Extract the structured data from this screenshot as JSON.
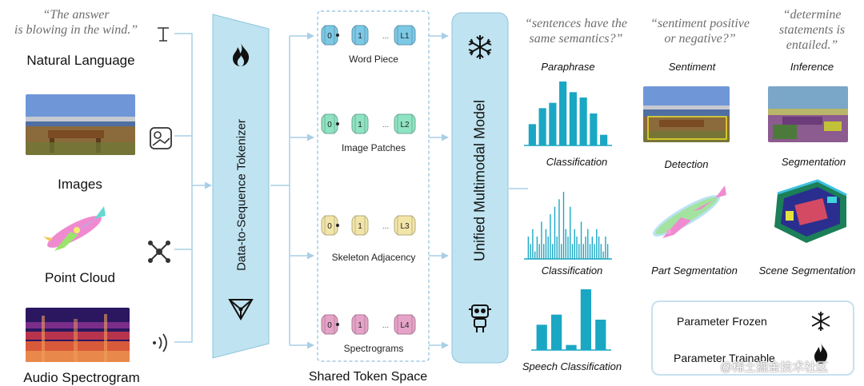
{
  "inputs": {
    "quote": "“The answer is blowing in the wind.”",
    "quote_line1": "“The answer",
    "quote_line2": "is blowing in the wind.”",
    "natural_language": "Natural Language",
    "images": "Images",
    "point_cloud": "Point Cloud",
    "audio_spectrogram": "Audio Spectrogram"
  },
  "tokenizer": {
    "label": "Data-to-Sequence Tokenizer",
    "fire_icon": "fire-icon",
    "graph_icon": "triangle-graph-icon"
  },
  "token_space": {
    "title": "Shared Token Space",
    "groups": [
      {
        "name": "Word Piece",
        "tokens": [
          "0",
          "•",
          "1",
          "...",
          "L1"
        ],
        "color": "#7cc9e6"
      },
      {
        "name": "Image Patches",
        "tokens": [
          "0",
          "•",
          "1",
          "...",
          "L2"
        ],
        "color": "#8fe3c3"
      },
      {
        "name": "Skeleton Adjacency",
        "tokens": [
          "0",
          "•",
          "1",
          "...",
          "L3"
        ],
        "color": "#f2e5a8"
      },
      {
        "name": "Spectrograms",
        "tokens": [
          "0",
          "•",
          "1",
          "...",
          "L4"
        ],
        "color": "#e6a3c8"
      }
    ]
  },
  "model": {
    "label": "Unified Multimodal Model",
    "snowflake_icon": "snowflake-icon",
    "robot_icon": "robot-icon"
  },
  "tasks": {
    "q_paraphrase_l1": "“sentences have the",
    "q_paraphrase_l2": "same semantics?”",
    "q_sentiment_l1": "“sentiment positive",
    "q_sentiment_l2": "or negative?”",
    "q_inference_l1": "“determine",
    "q_inference_l2": "statements is",
    "q_inference_l3": "entailed.”",
    "paraphrase": "Paraphrase",
    "sentiment": "Sentiment",
    "inference": "Inference",
    "classification_1": "Classification",
    "detection": "Detection",
    "segmentation": "Segmentation",
    "classification_2": "Classification",
    "part_segmentation": "Part Segmentation",
    "scene_segmentation": "Scene Segmentation",
    "speech_classification": "Speech Classification"
  },
  "legend": {
    "frozen": "Parameter Frozen",
    "trainable": "Parameter Trainable"
  },
  "watermark": "@稀土掘金技术社区",
  "colors": {
    "accent": "#1aa7c4",
    "panel": "#bfe3f0",
    "panel_border": "#8cc5dc",
    "line": "#a9cfe6"
  },
  "chart_data": [
    {
      "type": "bar",
      "title": "Paraphrase",
      "xlabel": "Classification",
      "values": [
        4,
        7,
        8,
        12,
        10,
        9,
        6,
        2
      ]
    },
    {
      "type": "bar",
      "title": "",
      "xlabel": "Classification",
      "values": [
        3,
        2,
        4,
        1,
        3,
        2,
        5,
        2,
        4,
        3,
        6,
        2,
        7,
        3,
        8,
        2,
        9,
        4,
        3,
        7,
        2,
        4,
        3,
        2,
        5,
        2,
        3,
        4,
        2,
        3,
        2,
        4,
        3,
        2,
        1,
        3,
        2
      ]
    },
    {
      "type": "bar",
      "title": "",
      "xlabel": "Speech Classification",
      "values": [
        5,
        7,
        1,
        12,
        6
      ]
    }
  ]
}
